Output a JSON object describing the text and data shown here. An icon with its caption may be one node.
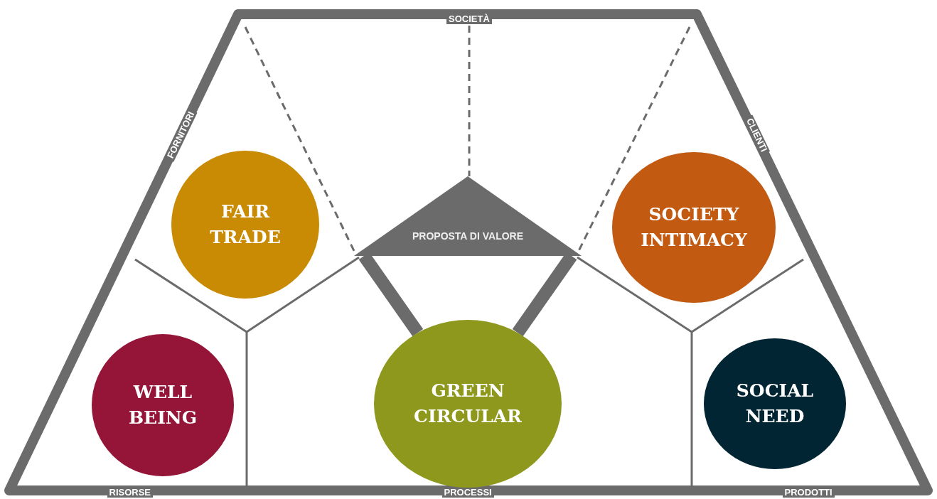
{
  "diagram": {
    "nodes": [
      {
        "text": [
          "FAIR TRADE"
        ]
      },
      {
        "text": [
          "PROPOSTA DI VALORE"
        ]
      },
      {
        "text": [
          "SOCIETY INTIMACY"
        ]
      },
      {
        "text": [
          "WELL BEING"
        ]
      },
      {
        "text": [
          "GREEN CIRCULAR"
        ]
      },
      {
        "text": [
          "SOCIAL NEED"
        ]
      }
    ],
    "edges": [
      {
        "from": 1,
        "to": 4,
        "arrow": "none"
      },
      {
        "from": 1,
        "to": 4,
        "arrow": "none"
      }
    ],
    "labels": [
      "SOCIETÀ",
      "FORNITORI",
      "CLIENTI",
      "RISORSE",
      "PROCESSI",
      "PRODOTTI"
    ]
  }
}
